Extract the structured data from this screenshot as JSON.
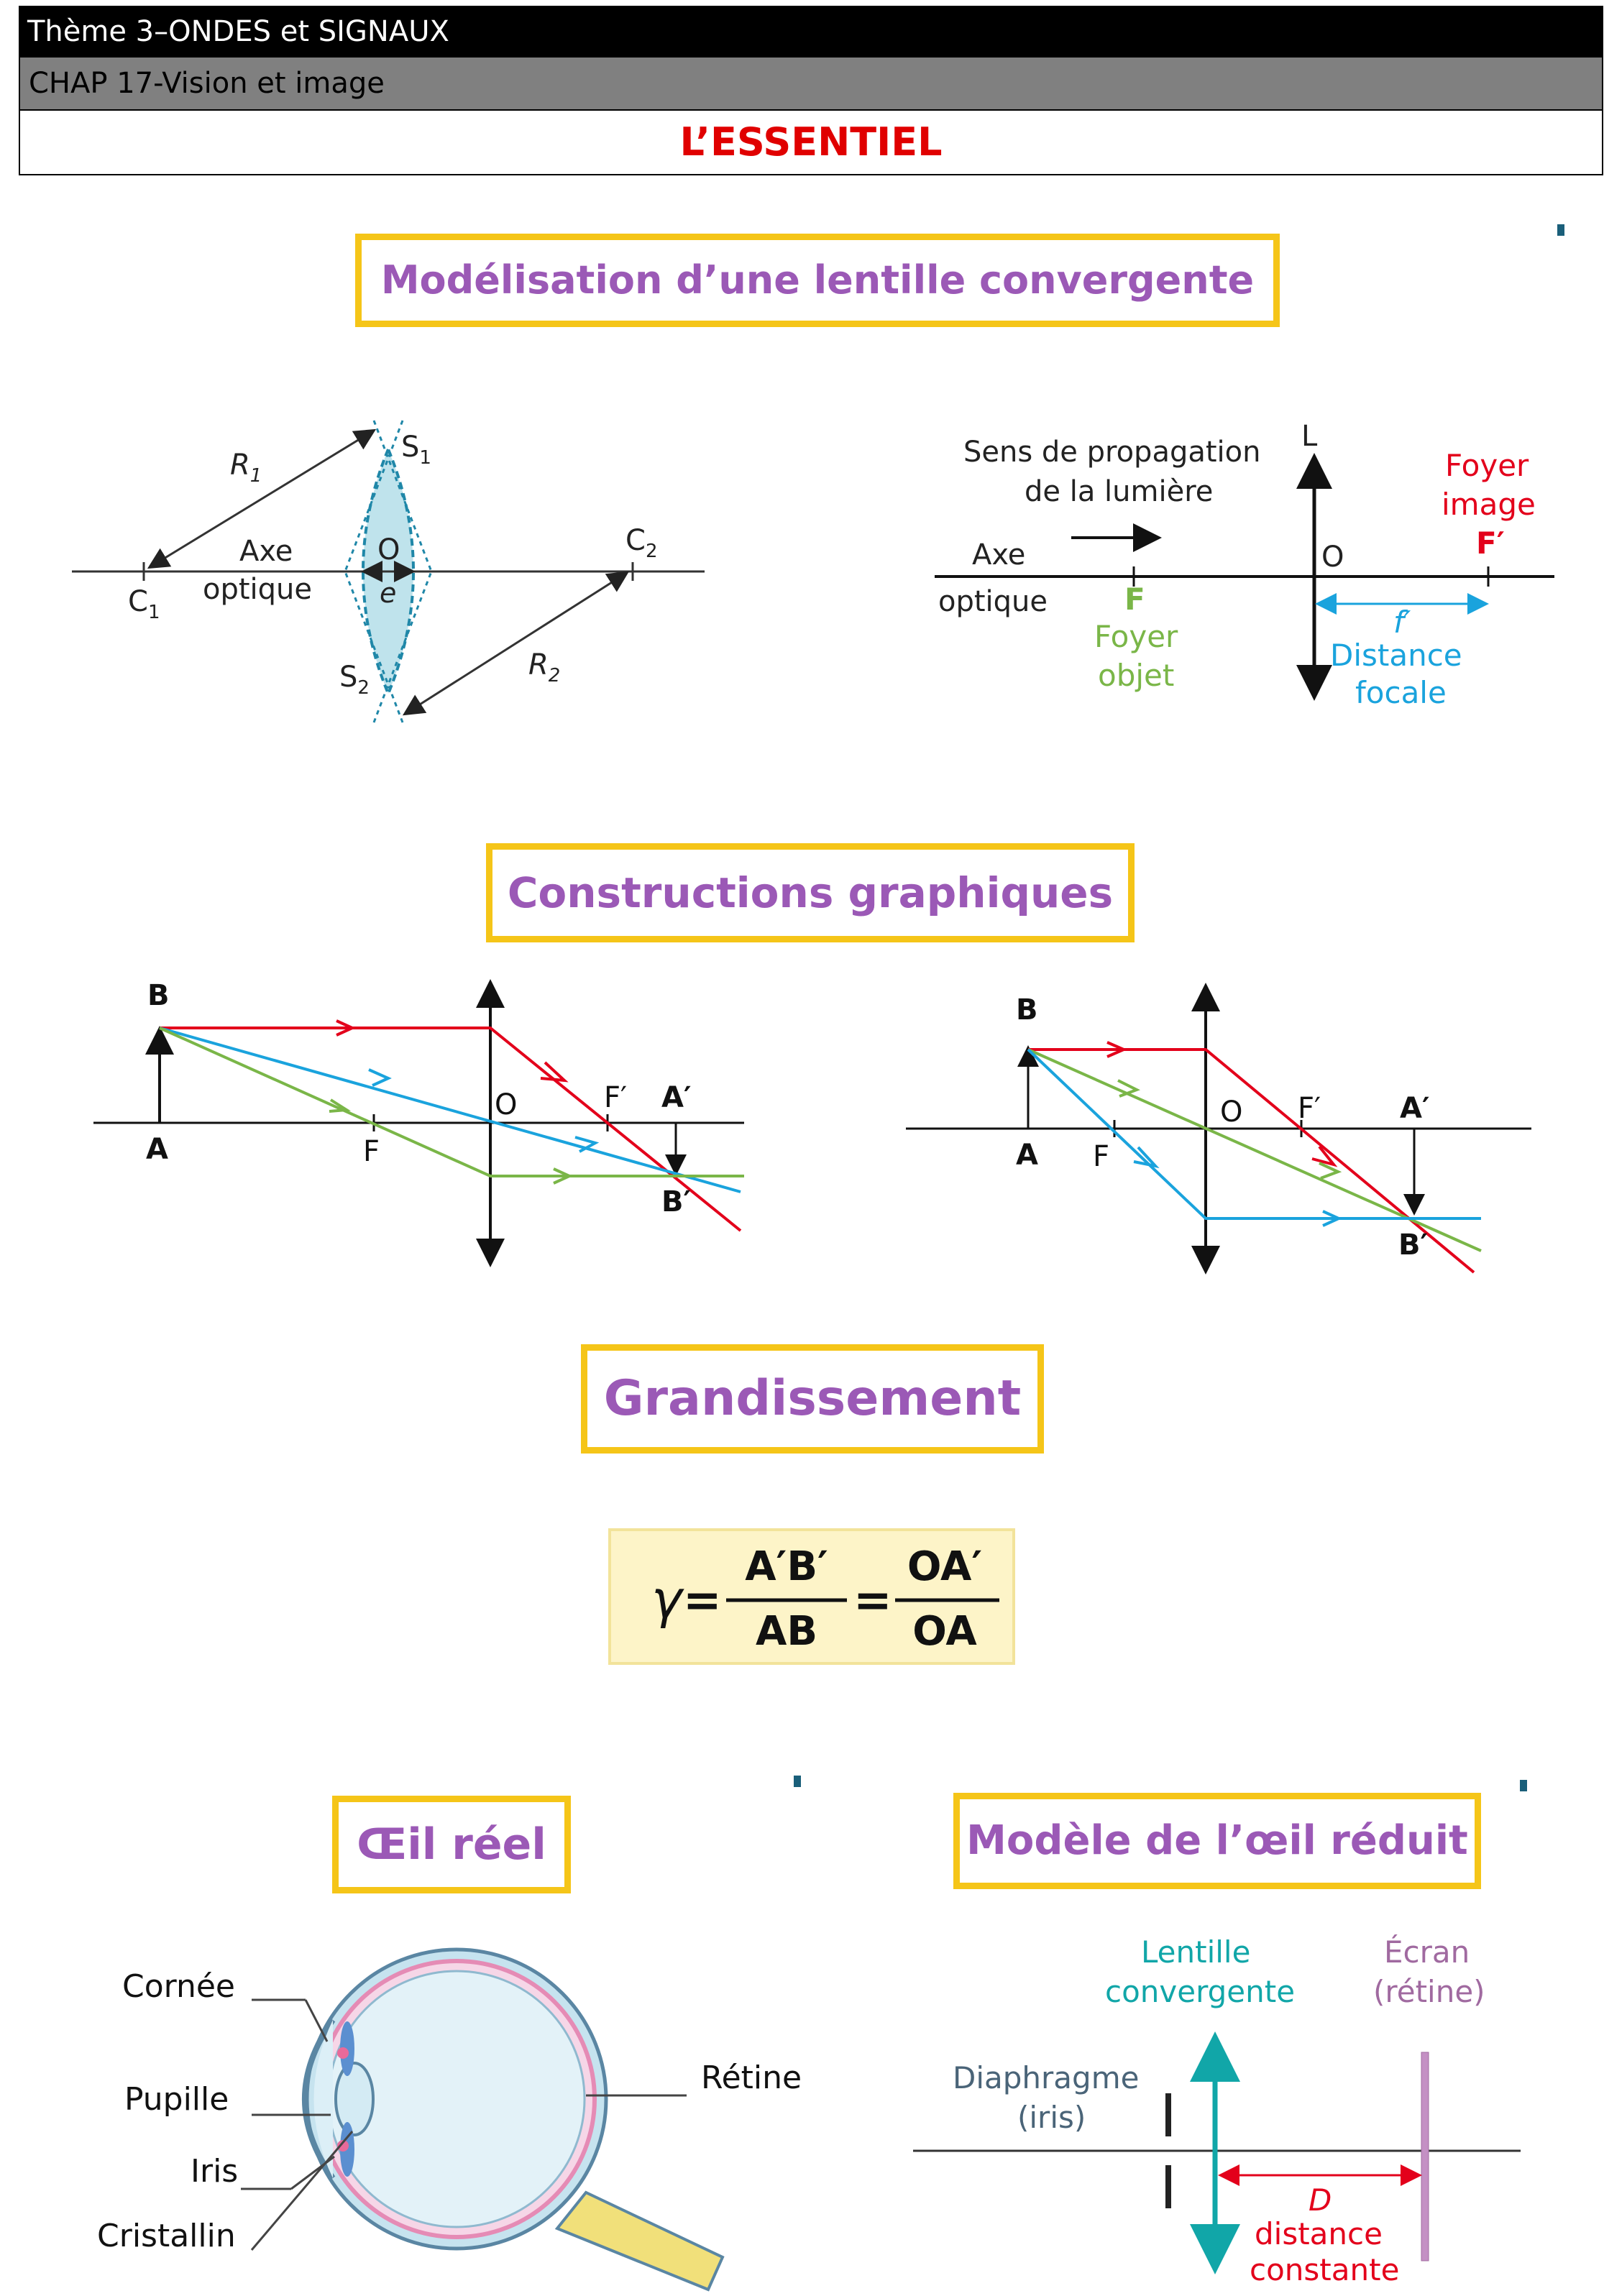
{
  "header": {
    "theme": "Thème 3–ONDES et SIGNAUX",
    "chapter": "CHAP 17-Vision et image",
    "title": "L’ESSENTIEL"
  },
  "lens_model": {
    "heading": "Modélisation d’une lentille convergente",
    "left": {
      "R1": "R",
      "R1_sub": "1",
      "S1": "S",
      "S1_sub": "1",
      "O": "O",
      "C2": "C",
      "C2_sub": "2",
      "C1": "C",
      "C1_sub": "1",
      "axe1": "Axe",
      "axe2": "optique",
      "e": "e",
      "S2": "S",
      "S2_sub": "2",
      "R2": "R",
      "R2_sub": "2"
    },
    "right": {
      "sens1": "Sens de propagation",
      "sens2": "de la lumière",
      "L": "L",
      "foyer_image1": "Foyer",
      "foyer_image2": "image",
      "Fprime": "F′",
      "axe1": "Axe",
      "axe2": "optique",
      "O": "O",
      "F": "F",
      "foyer_objet1": "Foyer",
      "foyer_objet2": "objet",
      "fprime": "f′",
      "distance1": "Distance",
      "distance2": "focale"
    }
  },
  "constructions": {
    "heading": "Constructions graphiques",
    "labels": {
      "B": "B",
      "A": "A",
      "O": "O",
      "F": "F",
      "Fprime": "F′",
      "Aprime": "A′",
      "Bprime": "B′"
    }
  },
  "grandissement": {
    "heading": "Grandissement",
    "gamma": "γ",
    "eq": "=",
    "num1": "A′B′",
    "den1": "AB",
    "num2": "OA′",
    "den2": "OA"
  },
  "oeil_reel": {
    "heading": "Œil réel",
    "cornee": "Cornée",
    "pupille": "Pupille",
    "iris": "Iris",
    "cristallin": "Cristallin",
    "retine": "Rétine"
  },
  "oeil_reduit": {
    "heading": "Modèle de l’œil réduit",
    "lentille1": "Lentille",
    "lentille2": "convergente",
    "ecran1": "Écran",
    "ecran2": "(rétine)",
    "diaphragme1": "Diaphragme",
    "diaphragme2": "(iris)",
    "D": "D",
    "distance1": "distance",
    "distance2": "constante"
  },
  "colors": {
    "red": "#e3001b",
    "blue": "#1aa3dd",
    "green": "#7ab648",
    "purple": "#9b59b6",
    "yellow": "#f5c518",
    "cyan": "#11a6a8"
  }
}
